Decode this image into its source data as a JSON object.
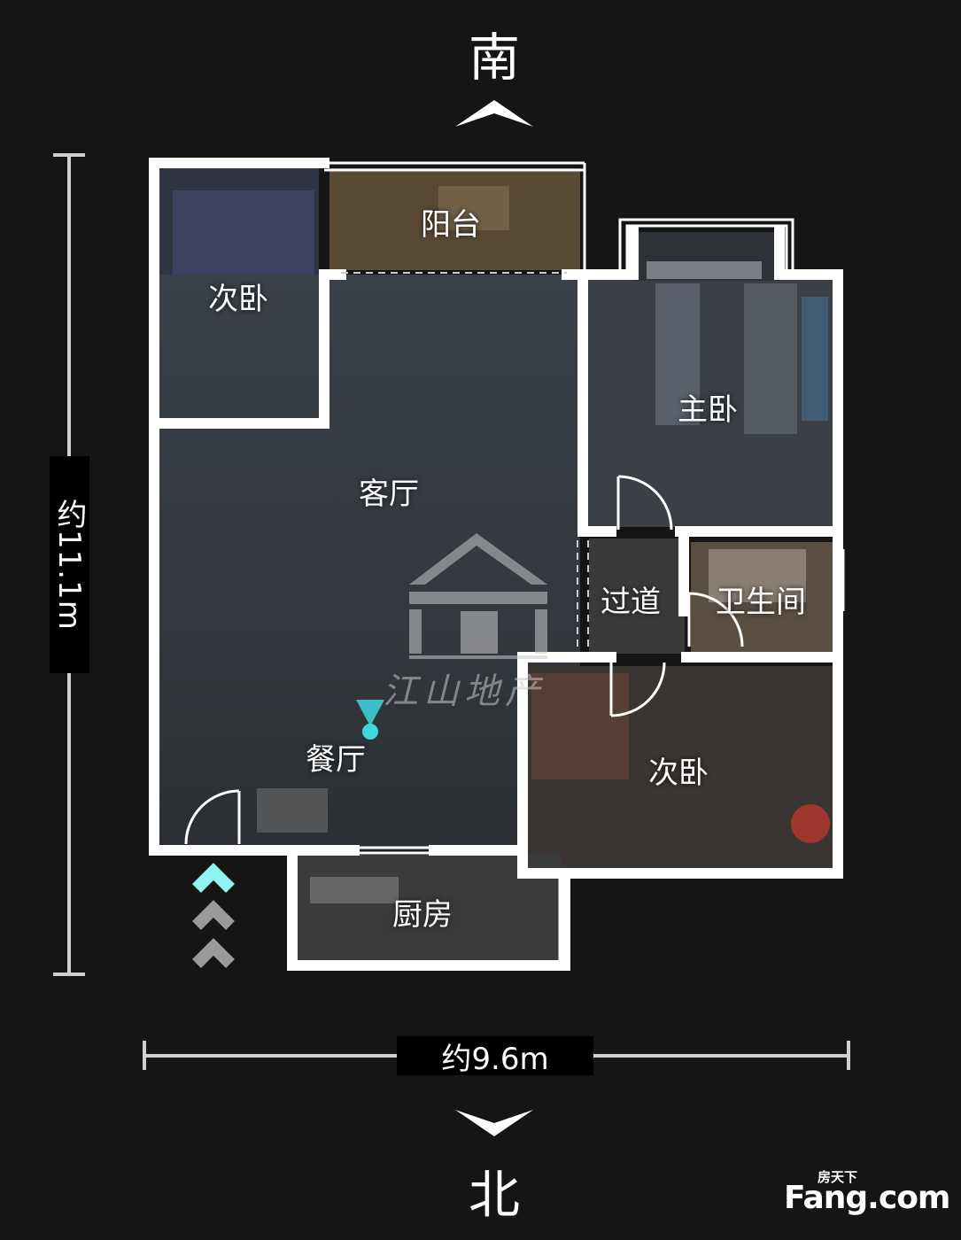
{
  "compass": {
    "top": "南",
    "bottom": "北"
  },
  "dimensions": {
    "height": "约11.1m",
    "width": "约9.6m"
  },
  "rooms": {
    "balcony": "阳台",
    "bedroom_nw": "次卧",
    "master_bedroom": "主卧",
    "living_room": "客厅",
    "corridor": "过道",
    "bathroom": "卫生间",
    "dining_room": "餐厅",
    "bedroom_se": "次卧",
    "kitchen": "厨房"
  },
  "watermark": {
    "text": "江山地产"
  },
  "logo": {
    "brand": "Fang.com",
    "tagline": "房天下"
  },
  "colors": {
    "background": "#151515",
    "wall": "#ffffff",
    "accent": "#3fd6e0"
  }
}
